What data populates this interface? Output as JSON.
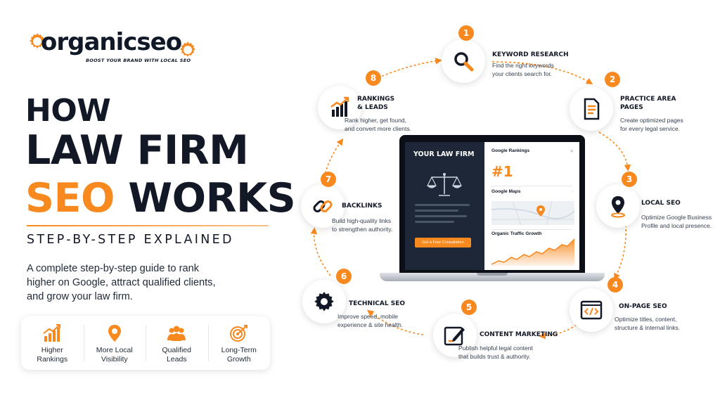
{
  "brand": {
    "name_main": "organic",
    "name_accent": "seo",
    "tagline": "BOOST YOUR BRAND WITH LOCAL SEO"
  },
  "headline": {
    "line1": "HOW",
    "line2": "LAW FIRM",
    "line3_accent": "SEO",
    "line3_rest": " WORKS",
    "subtitle": "STEP-BY-STEP EXPLAINED",
    "description": "A complete step-by-step guide to rank higher on Google, attract qualified clients, and grow your law firm."
  },
  "benefits": [
    {
      "label": "Higher\nRankings",
      "icon": "bar-chart-growth-icon"
    },
    {
      "label": "More Local\nVisibility",
      "icon": "location-pin-icon"
    },
    {
      "label": "Qualified\nLeads",
      "icon": "people-icon"
    },
    {
      "label": "Long-Term\nGrowth",
      "icon": "target-icon"
    }
  ],
  "steps": [
    {
      "num": "1",
      "title": "KEYWORD RESEARCH",
      "desc": "Find the right keywords\nyour clients search for.",
      "icon": "magnifier-icon"
    },
    {
      "num": "2",
      "title": "PRACTICE AREA\nPAGES",
      "desc": "Create optimized pages\nfor every legal service.",
      "icon": "document-icon"
    },
    {
      "num": "3",
      "title": "LOCAL SEO",
      "desc": "Optimize Google Business\nProfile and local presence.",
      "icon": "map-pin-icon"
    },
    {
      "num": "4",
      "title": "ON-PAGE SEO",
      "desc": "Optimize titles, content,\nstructure & internal links.",
      "icon": "code-icon"
    },
    {
      "num": "5",
      "title": "CONTENT MARKETING",
      "desc": "Publish helpful legal content\nthat builds trust & authority.",
      "icon": "pen-icon"
    },
    {
      "num": "6",
      "title": "TECHNICAL SEO",
      "desc": "Improve speed, mobile\nexperience & site health.",
      "icon": "gear-icon"
    },
    {
      "num": "7",
      "title": "BACKLINKS",
      "desc": "Build high-quality links\nto strengthen authority.",
      "icon": "link-icon"
    },
    {
      "num": "8",
      "title": "RANKINGS\n& LEADS",
      "desc": "Rank higher, get found,\nand convert more clients.",
      "icon": "growth-chart-icon"
    }
  ],
  "laptop": {
    "brand": "YOUR LAW FIRM",
    "cta": "Get a Free Consultation",
    "rankings_label": "Google Rankings",
    "rank_value": "#1",
    "maps_label": "Google Maps",
    "traffic_label": "Organic Traffic Growth"
  },
  "colors": {
    "accent": "#f7891f",
    "dark": "#121826",
    "screen_navy": "#1d2738"
  }
}
